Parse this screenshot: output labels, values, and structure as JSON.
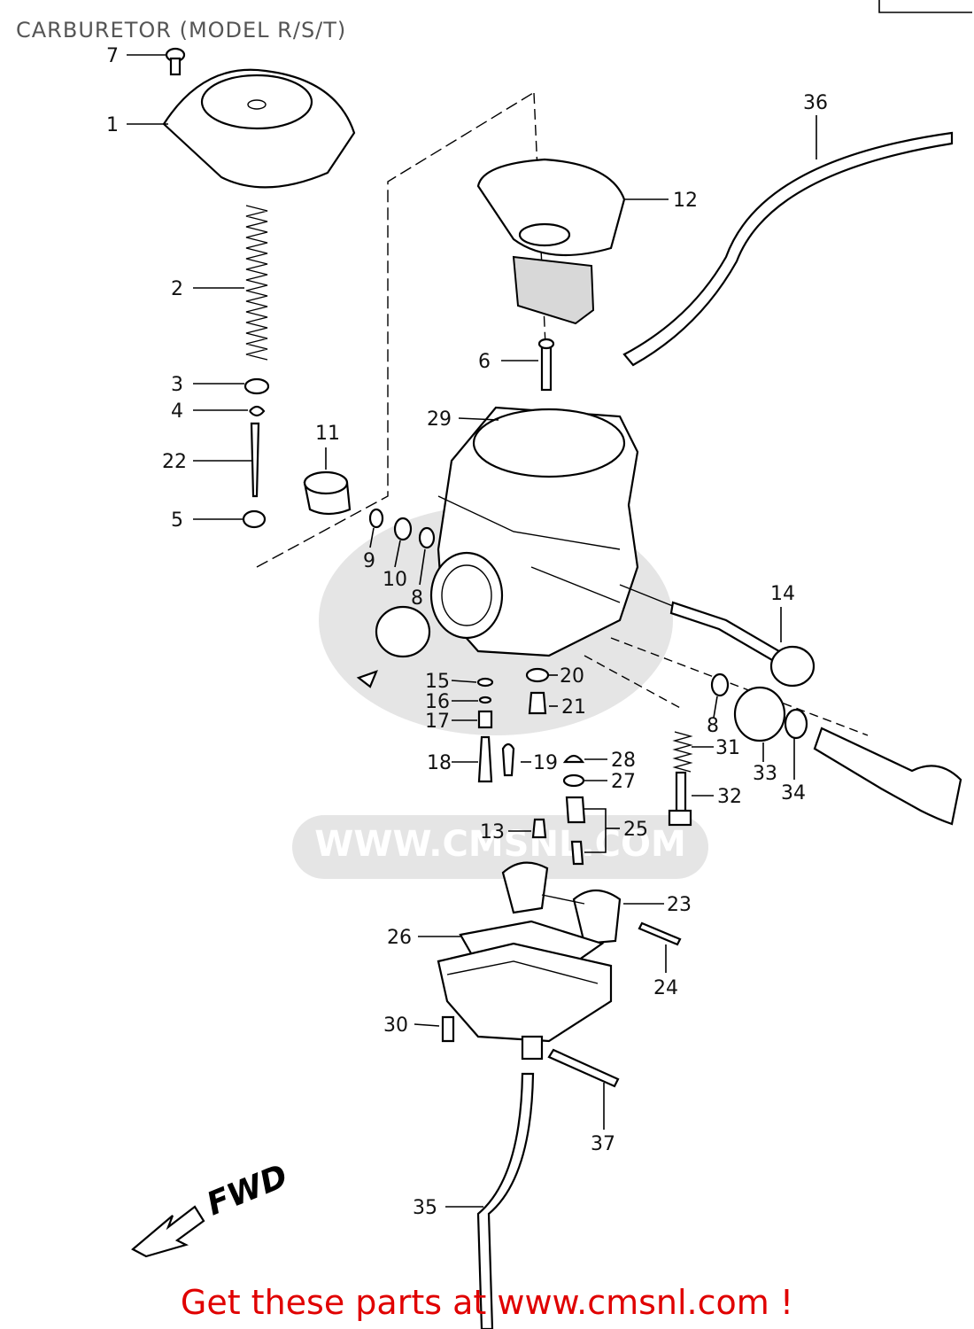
{
  "title": "CARBURETOR (MODEL R/S/T)",
  "footer": "Get these parts at www.cmsnl.com !",
  "fwd_label": "FWD",
  "watermark": "WWW.CMSNL.COM",
  "parts": [
    {
      "id": "p7",
      "label": "7"
    },
    {
      "id": "p1",
      "label": "1"
    },
    {
      "id": "p2",
      "label": "2"
    },
    {
      "id": "p3",
      "label": "3"
    },
    {
      "id": "p4",
      "label": "4"
    },
    {
      "id": "p22",
      "label": "22"
    },
    {
      "id": "p5",
      "label": "5"
    },
    {
      "id": "p11",
      "label": "11"
    },
    {
      "id": "p9",
      "label": "9"
    },
    {
      "id": "p10",
      "label": "10"
    },
    {
      "id": "p8a",
      "label": "8"
    },
    {
      "id": "p12",
      "label": "12"
    },
    {
      "id": "p36",
      "label": "36"
    },
    {
      "id": "p6",
      "label": "6"
    },
    {
      "id": "p29",
      "label": "29"
    },
    {
      "id": "p14",
      "label": "14"
    },
    {
      "id": "p15",
      "label": "15"
    },
    {
      "id": "p20",
      "label": "20"
    },
    {
      "id": "p16",
      "label": "16"
    },
    {
      "id": "p21",
      "label": "21"
    },
    {
      "id": "p17",
      "label": "17"
    },
    {
      "id": "p8b",
      "label": "8"
    },
    {
      "id": "p31",
      "label": "31"
    },
    {
      "id": "p33",
      "label": "33"
    },
    {
      "id": "p34",
      "label": "34"
    },
    {
      "id": "p18",
      "label": "18"
    },
    {
      "id": "p19",
      "label": "19"
    },
    {
      "id": "p28",
      "label": "28"
    },
    {
      "id": "p27",
      "label": "27"
    },
    {
      "id": "p32",
      "label": "32"
    },
    {
      "id": "p13",
      "label": "13"
    },
    {
      "id": "p25",
      "label": "25"
    },
    {
      "id": "p23",
      "label": "23"
    },
    {
      "id": "p26",
      "label": "26"
    },
    {
      "id": "p24",
      "label": "24"
    },
    {
      "id": "p30",
      "label": "30"
    },
    {
      "id": "p37",
      "label": "37"
    },
    {
      "id": "p35",
      "label": "35"
    }
  ]
}
